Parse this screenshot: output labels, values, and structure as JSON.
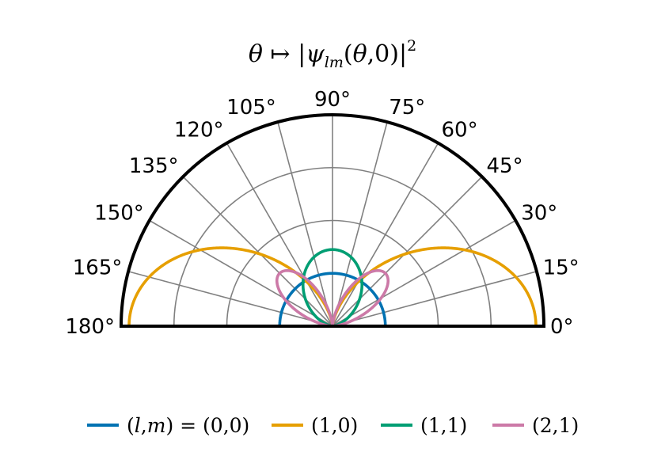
{
  "chart_data": {
    "type": "polar-line",
    "title": {
      "lhs": "θ",
      "arrow": " ↦ |",
      "psi": "ψ",
      "sub": "lm",
      "args": "(",
      "theta": "θ",
      "rest": ",0)|",
      "sup": "2"
    },
    "angular_range_deg": [
      0,
      180
    ],
    "radial_range": [
      0,
      0.8
    ],
    "radial_gridlines": [
      0.2,
      0.4,
      0.6
    ],
    "angle_ticks_deg": [
      0,
      15,
      30,
      45,
      60,
      75,
      90,
      105,
      120,
      135,
      150,
      165,
      180
    ],
    "angle_tick_labels": [
      "0°",
      "15°",
      "30°",
      "45°",
      "60°",
      "75°",
      "90°",
      "105°",
      "120°",
      "135°",
      "150°",
      "165°",
      "180°"
    ],
    "grid": true,
    "legend_position": "bottom",
    "series": [
      {
        "label_parts": [
          {
            "t": "(",
            "i": false
          },
          {
            "t": "l",
            "i": true
          },
          {
            "t": ",",
            "i": false
          },
          {
            "t": "m",
            "i": true
          },
          {
            "t": ") = (0,0)",
            "i": false
          }
        ],
        "color": "#0072B2",
        "formula": "Y00",
        "peak_r": 0.2
      },
      {
        "label_parts": [
          {
            "t": "(1,0)",
            "i": false
          }
        ],
        "color": "#E69F00",
        "formula": "Y10",
        "peak_r": 0.77
      },
      {
        "label_parts": [
          {
            "t": "(1,1)",
            "i": false
          }
        ],
        "color": "#009E73",
        "formula": "Y11",
        "peak_r": 0.29
      },
      {
        "label_parts": [
          {
            "t": "(2,1)",
            "i": false
          }
        ],
        "color": "#CC79A7",
        "formula": "Y21",
        "peak_r": 0.283
      }
    ]
  }
}
